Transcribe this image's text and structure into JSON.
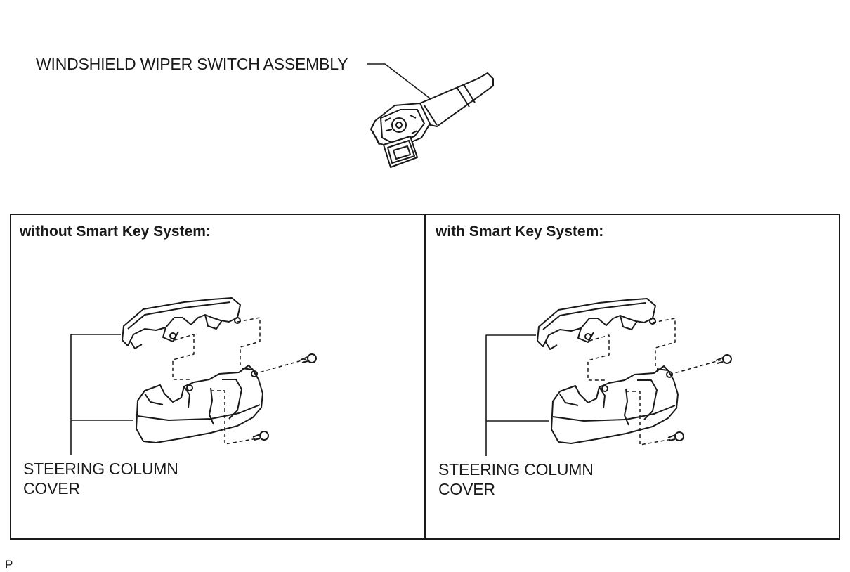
{
  "top_callout": {
    "label": "WINDSHIELD WIPER SWITCH ASSEMBLY"
  },
  "panels": [
    {
      "heading": "without Smart Key System:",
      "callout_line1": "STEERING COLUMN",
      "callout_line2": "COVER"
    },
    {
      "heading": "with Smart Key System:",
      "callout_line1": "STEERING COLUMN",
      "callout_line2": "COVER"
    }
  ],
  "figure_code": "P",
  "icons": [
    "wiper-switch-icon",
    "upper-column-cover-icon",
    "lower-column-cover-icon",
    "screw-icon"
  ]
}
